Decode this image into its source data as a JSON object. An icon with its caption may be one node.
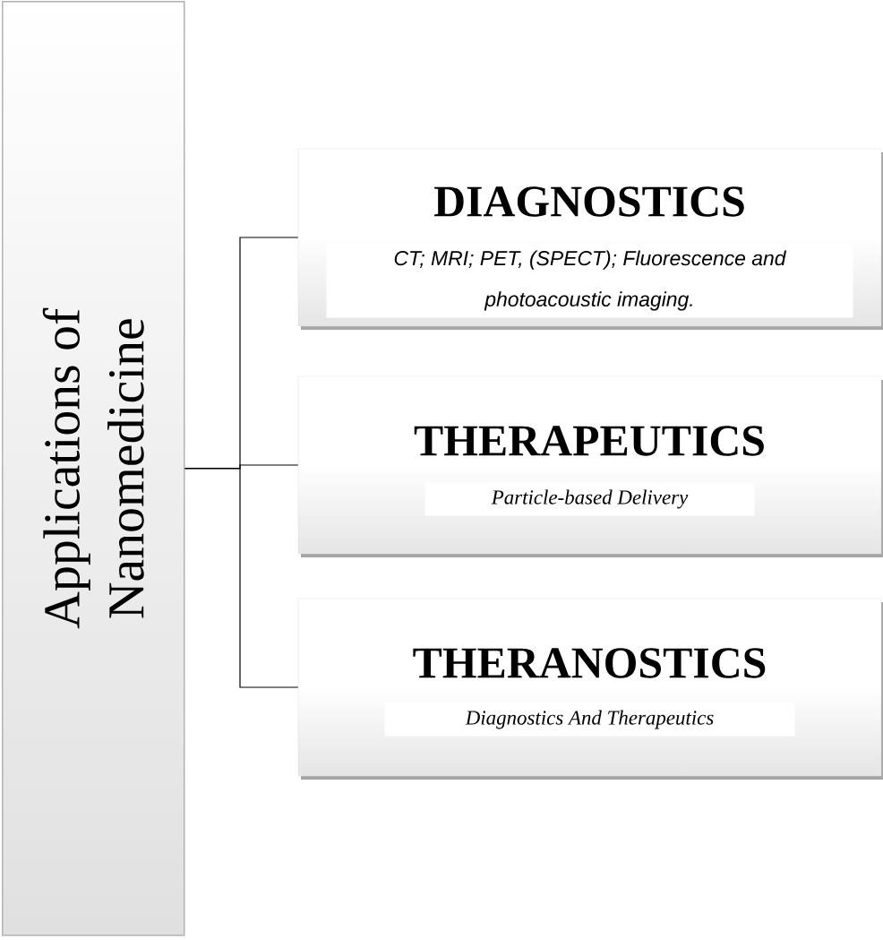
{
  "diagram": {
    "nodes": [
      {
        "text": [
          "Applications of Nanomedicine"
        ]
      },
      {
        "text": [
          "DIAGNOSTICS",
          "CT; MRI; PET, (SPECT); Fluorescence and photoacoustic imaging."
        ]
      },
      {
        "text": [
          "THERAPEUTICS",
          "Particle-based Delivery"
        ]
      },
      {
        "text": [
          "THERANOSTICS",
          "Diagnostics And Therapeutics"
        ]
      }
    ],
    "edges": [
      {
        "from": 0,
        "to": 1,
        "arrow": "none"
      },
      {
        "from": 0,
        "to": 2,
        "arrow": "none"
      },
      {
        "from": 0,
        "to": 3,
        "arrow": "none"
      }
    ]
  }
}
